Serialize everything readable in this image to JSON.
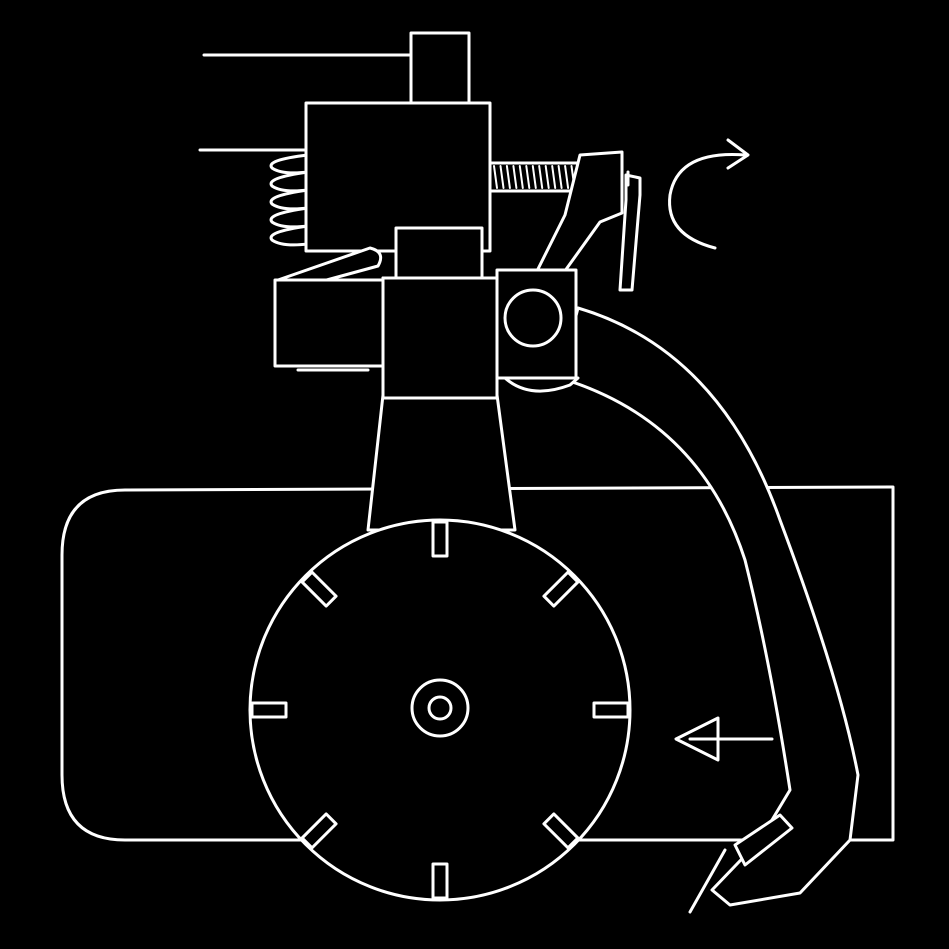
{
  "diagram": {
    "background_color": "#000000",
    "line_color": "#ffffff",
    "wheel": {
      "tick_marks": 8
    },
    "spring": {
      "coils": 6
    },
    "screw": {
      "threads": 14
    }
  }
}
